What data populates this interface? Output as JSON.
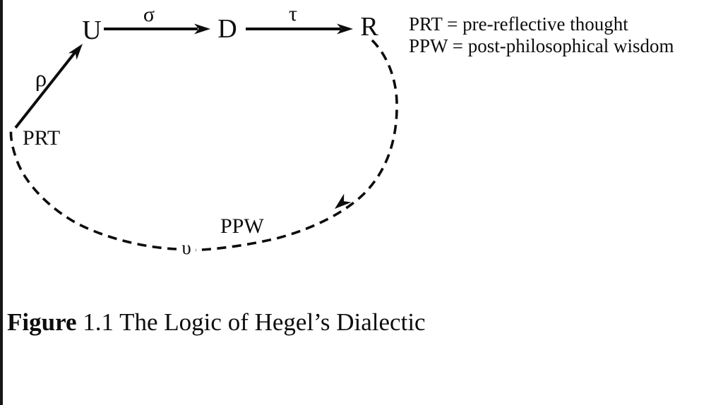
{
  "page": {
    "background_color": "#ffffff",
    "ink_color": "#0d0d0d"
  },
  "diagram": {
    "node_u": "U",
    "node_d": "D",
    "node_r": "R",
    "node_prt": "PRT",
    "node_ppw": "PPW",
    "arrow_sigma": "σ",
    "arrow_tau": "τ",
    "arrow_rho": "ρ",
    "arrow_upsilon": "υ"
  },
  "legend": {
    "prt_line": "PRT = pre-reflective thought",
    "ppw_line": "PPW = post-philosophical wisdom"
  },
  "caption": {
    "figure_label": "Figure",
    "figure_number": "1.1",
    "title": "The Logic of Hegel’s Dialectic"
  }
}
